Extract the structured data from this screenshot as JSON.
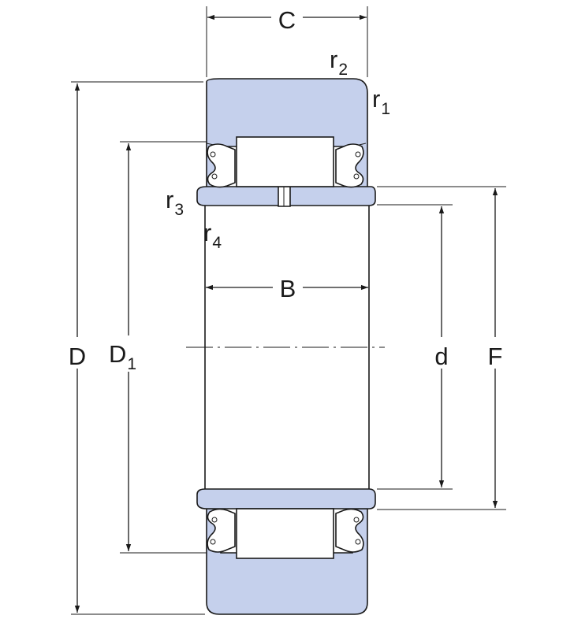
{
  "diagram": {
    "fill_color": "#c5d0ec",
    "line_color": "#1a1a1a",
    "labels": {
      "C": "C",
      "B": "B",
      "D": "D",
      "D1_base": "D",
      "D1_sub": "1",
      "d": "d",
      "F": "F",
      "r1_base": "r",
      "r1_sub": "1",
      "r2_base": "r",
      "r2_sub": "2",
      "r3_base": "r",
      "r3_sub": "3",
      "r4_base": "r",
      "r4_sub": "4"
    }
  }
}
